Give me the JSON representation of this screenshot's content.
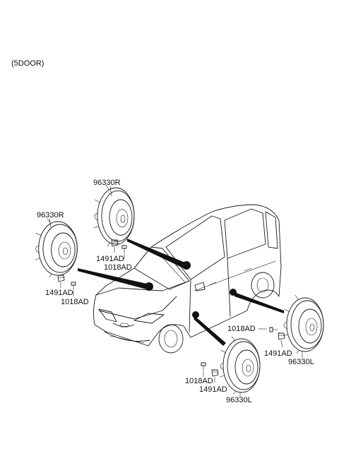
{
  "variant_label": "(5DOOR)",
  "labels": {
    "speaker_front_r": "96330R",
    "speaker_rear_r": "96330R",
    "nut_front_r": "1491AD",
    "screw_front_r": "1018AD",
    "nut_rear_r": "1491AD",
    "screw_rear_r": "1018AD",
    "screw_rear_l": "1018AD",
    "nut_rear_l": "1491AD",
    "speaker_rear_l": "96330L",
    "screw_front_l": "1018AD",
    "nut_front_l": "1491AD",
    "speaker_front_l": "96330L"
  }
}
